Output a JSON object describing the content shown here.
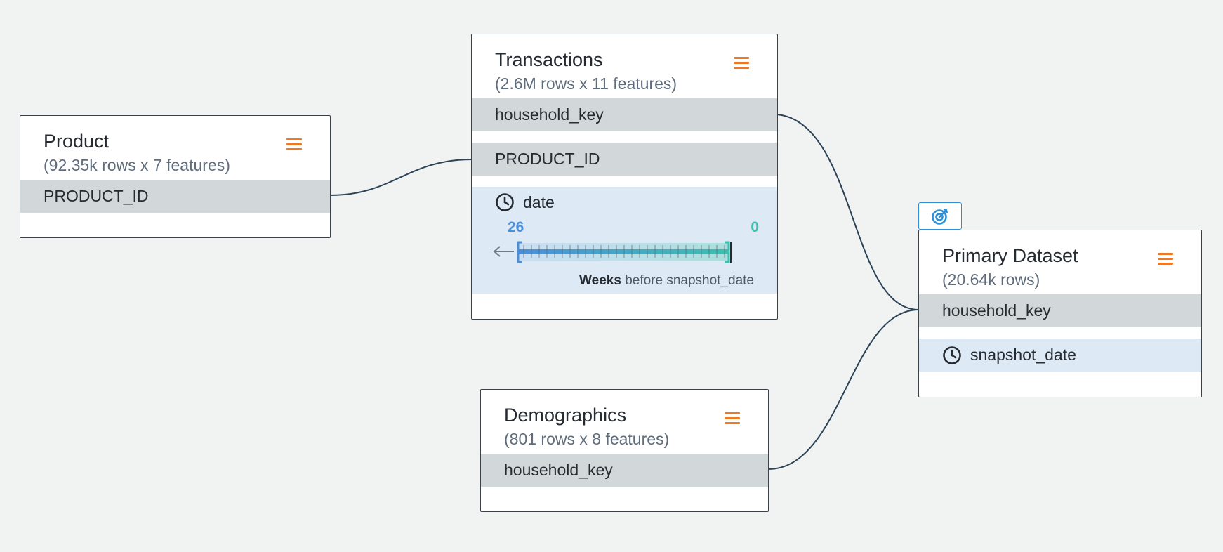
{
  "nodes": {
    "product": {
      "title": "Product",
      "subtitle": "(92.35k rows x 7 features)",
      "fields": [
        "PRODUCT_ID"
      ]
    },
    "transactions": {
      "title": "Transactions",
      "subtitle": "(2.6M rows x 11 features)",
      "fields": [
        "household_key",
        "PRODUCT_ID"
      ],
      "date_field": {
        "label": "date",
        "range_max": "26",
        "range_min": "0",
        "unit": "Weeks",
        "caption_suffix": "before snapshot_date"
      }
    },
    "demographics": {
      "title": "Demographics",
      "subtitle": "(801 rows x 8 features)",
      "fields": [
        "household_key"
      ]
    },
    "primary": {
      "title": "Primary Dataset",
      "subtitle": "(20.64k rows)",
      "fields": [
        "household_key"
      ],
      "date_field": "snapshot_date"
    }
  },
  "icons": {
    "menu": "hamburger-menu-icon",
    "clock": "clock-icon",
    "target": "target-icon"
  },
  "colors": {
    "accent_orange": "#f07822",
    "accent_blue": "#2d8fd5",
    "link_line": "#2c4256",
    "key_field_bg": "#d2d7da",
    "date_field_bg": "#dde9f5"
  }
}
